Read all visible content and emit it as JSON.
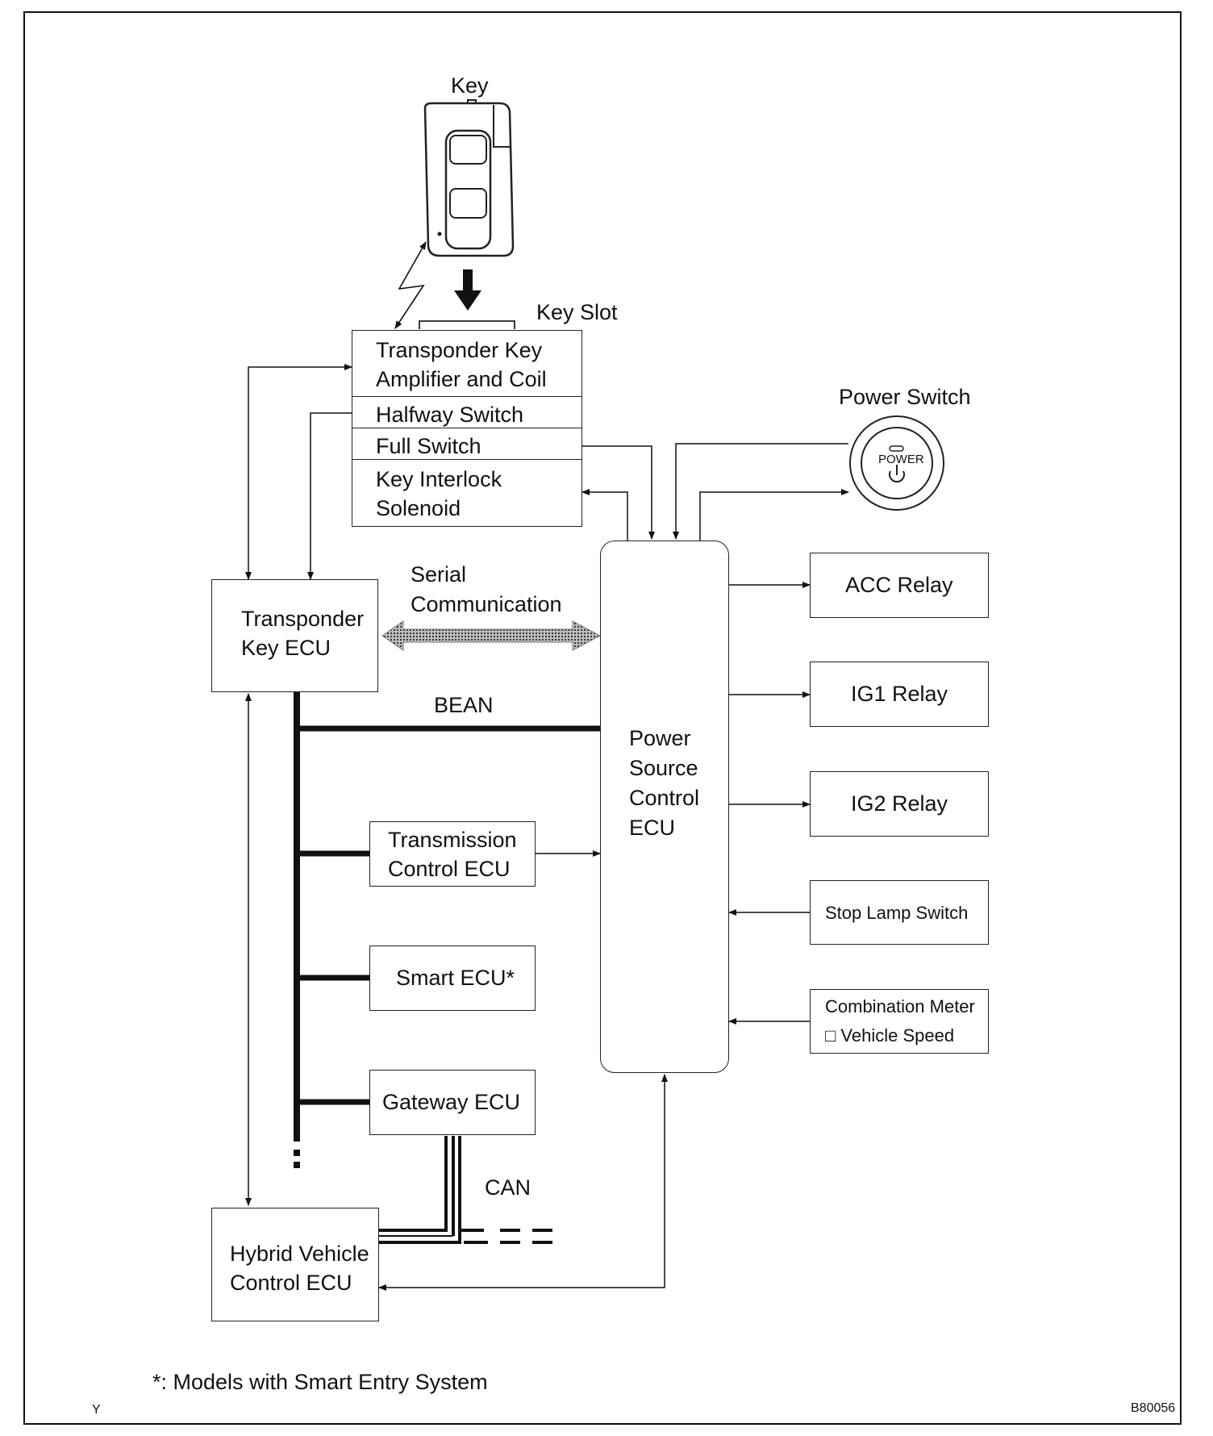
{
  "key": {
    "label": "Key"
  },
  "key_slot": {
    "label": "Key Slot"
  },
  "key_slot_module": {
    "amplifier_line1": "Transponder Key",
    "amplifier_line2": "Amplifier and Coil",
    "halfway_switch": "Halfway Switch",
    "full_switch": "Full Switch",
    "interlock_line1": "Key Interlock",
    "interlock_line2": "Solenoid"
  },
  "power_switch": {
    "label": "Power Switch",
    "button_text": "POWER"
  },
  "transponder_ecu": {
    "line1": "Transponder",
    "line2": "Key ECU"
  },
  "serial_comm": {
    "line1": "Serial",
    "line2": "Communication"
  },
  "bean_label": "BEAN",
  "power_source_ecu": {
    "line1": "Power",
    "line2": "Source",
    "line3": "Control",
    "line4": "ECU"
  },
  "relays": {
    "acc": "ACC Relay",
    "ig1": "IG1 Relay",
    "ig2": "IG2 Relay"
  },
  "stop_lamp": "Stop Lamp Switch",
  "combination_meter": {
    "line1": "Combination Meter",
    "line2": "□ Vehicle Speed"
  },
  "transmission_ecu": {
    "line1": "Transmission",
    "line2": "Control ECU"
  },
  "smart_ecu": "Smart ECU*",
  "gateway_ecu": "Gateway ECU",
  "can_label": "CAN",
  "hybrid_ecu": {
    "line1": "Hybrid Vehicle",
    "line2": "Control ECU"
  },
  "footnote": "*: Models with Smart Entry System",
  "corner_left": "Y",
  "corner_right": "B80056"
}
